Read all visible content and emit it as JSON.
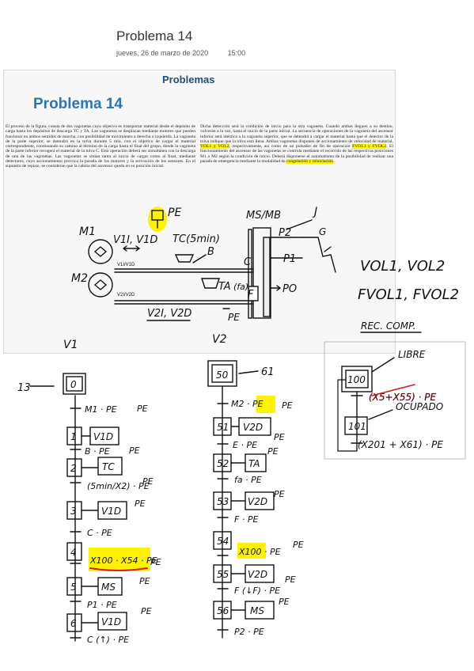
{
  "page": {
    "title": "Problema 14",
    "date": "jueves, 26 de marzo de 2020",
    "time": "15:00"
  },
  "document": {
    "header": "Problemas",
    "title": "Problema 14",
    "paragraph_left": "El proceso de la figura, consta de dos vagonetas cuyo objetivo es transportar material desde el depósito de carga hasta los depósitos de descarga TC y TA. Las vagonetas se desplazan mediante motores que pueden funcionar en ambos sentidos de marcha, con posibilidad de movimiento a derecha o izquierda. La vagoneta de la parte superior, se detendrá en la tolva durante 5 min. con el objetivo de cargar el material correspondiente, continuando su camino al término de la carga hasta el final del grupo, donde la vagoneta de la parte inferior recogerá el material de la tolva C. Esta operación deberá ser simultánea con la descarga de una de las vagonetas. Las vagonetas se sitúan tanto al inicio de cargar como al final, mediante detectores, cuyo accionamiento provoca la parada de los motores y la activación de los sensores. En el supuesto de reposo, se consideran que la cabina del ascensor queda en su posición inicial.",
    "paragraph_right_pre": "Dicha detección será la condición de inicio para la otra vagoneta. Cuando ambas lleguen a su destino, volverán a la vez, hasta el inicio de la parte inicial. La secuencia de operaciones de la vagoneta del ascensor inferior será idéntica a la vagoneta superior, que se detendrá a cargar el material hasta que el detector de la tolva indique que la tolva está llena. Ambas vagonetas disponen de accionamiento de velocidad de material, ",
    "paragraph_right_hl1": "VOL1 y VOL2",
    "paragraph_right_mid": ", respectivamente, así como de un pulsador de fin de operación ",
    "paragraph_right_hl2": "FVOL1 y FVOL2",
    "paragraph_right_post": ". El funcionamiento del ascensor de las vagonetas se controla mediante el recorrido de las respectivas posiciones M1 o M2 según la condición de inicio. Deberá disponerse el automatismo de la posibilidad de realizar una parada de emergencia mediante la modalidad de ",
    "paragraph_right_hl3": "congelación y reiniciación",
    "paragraph_right_end": "."
  },
  "diagram_labels": {
    "pe_top": "PE",
    "m1": "M1",
    "m2": "M2",
    "v1_arrows": "V1I, V1D",
    "tc": "TC(5min)",
    "b": "B",
    "ms_mb": "MS/MB",
    "j": "J",
    "p2": "P2",
    "g": "G",
    "p1": "P1",
    "c": "C",
    "ta": "TA",
    "fa": "(fa)",
    "po": "PO",
    "f": "F",
    "v2_arrows": "V2I, V2D",
    "pe_bottom": "PE",
    "v1": "V1",
    "v2": "V2",
    "vol": "VOL1, VOL2",
    "fvol": "FVOL1, FVOL2",
    "rec": "REC. COMP."
  },
  "grafcet_left": {
    "entry": "13",
    "steps": [
      "0",
      "1",
      "2",
      "3",
      "4",
      "5",
      "6"
    ],
    "actions": [
      "V1D",
      "TC",
      "V1D",
      "MS",
      "V1D"
    ],
    "transitions": [
      "M1 · PE",
      "B · PE",
      "(5min/X2) · PE",
      "C · PE",
      "X100 · X54 · PE",
      "P1 · PE",
      "C (↑) · PE"
    ],
    "pe_labels": [
      "PE",
      "PE",
      "PE",
      "PE",
      "PE",
      "PE",
      "PE"
    ]
  },
  "grafcet_right": {
    "entry": "61",
    "steps": [
      "50",
      "51",
      "52",
      "53",
      "54",
      "55",
      "56"
    ],
    "actions": [
      "V2D",
      "TA",
      "V2D",
      "V2D",
      "MS"
    ],
    "transitions": [
      "M2 · PE",
      "E · PE",
      "fa · PE",
      "F · PE",
      "X100 · PE",
      "F (↓F) · PE",
      "P2 · PE"
    ],
    "pe_labels": [
      "PE",
      "PE",
      "PE",
      "PE",
      "PE",
      "PE",
      "PE"
    ]
  },
  "grafcet_rec": {
    "steps": [
      "100",
      "101"
    ],
    "libre": "LIBRE",
    "ocupado": "OCUPADO",
    "t1": "(X5+X55) · PE",
    "t2": "(X201 + X61) · PE"
  },
  "colors": {
    "highlight": "#fff200",
    "red": "#d42020",
    "header_blue": "#1f4e79",
    "title_blue": "#2e74b5"
  }
}
